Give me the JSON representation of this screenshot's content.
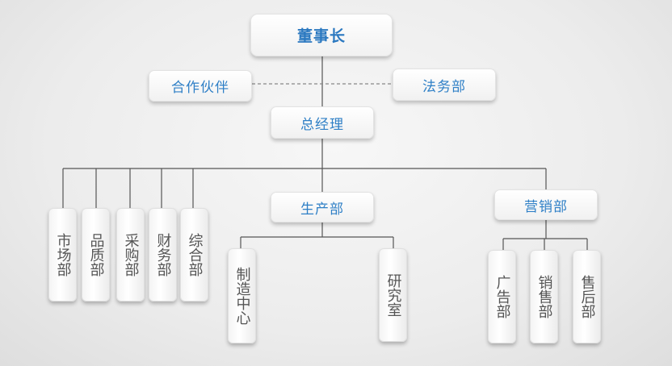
{
  "nodes": {
    "chairman": "董事长",
    "partner": "合作伙伴",
    "legal": "法务部",
    "gm": "总经理",
    "production": "生产部",
    "marketing": "营销部",
    "market": "市场部",
    "quality": "品质部",
    "purchasing": "采购部",
    "finance": "财务部",
    "general": "综合部",
    "manufacturing": "制造中心",
    "research": "研究室",
    "advertising": "广告部",
    "sales": "销售部",
    "aftersales": "售后部"
  },
  "colors": {
    "accent_text": "#2e7fc6",
    "dept_text": "#555555",
    "line": "#555555",
    "dashed_line": "#888888"
  }
}
